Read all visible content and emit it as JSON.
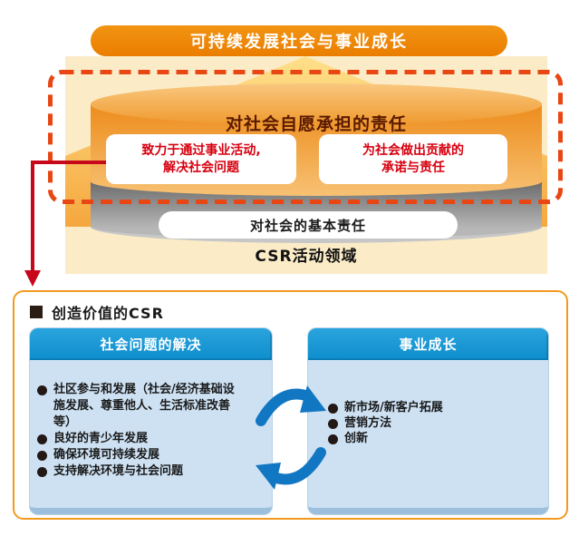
{
  "diagram": {
    "banner": {
      "label": "可持续发展社会与事业成长"
    },
    "pyramid": {
      "voluntary_title": "对社会自愿承担的责任",
      "left_card": {
        "line1": "致力于通过事业活动,",
        "line2": "解决社会问题"
      },
      "right_card": {
        "line1": "为社会做出贡献的",
        "line2": "承诺与责任"
      },
      "basic_pill": "对社会的基本责任",
      "area_label": "CSR活动领域"
    },
    "value_csr": {
      "heading": "创造价值的CSR",
      "left_column": {
        "header": "社会问题的解决",
        "items": [
          "社区参与和发展（社会/经济基础设施发展、尊重他人、生活标准改善等）",
          "良好的青少年发展",
          "确保环境可持续发展",
          "支持解决环境与社会问题"
        ]
      },
      "right_column": {
        "header": "事业成长",
        "items": [
          "新市场/新客户拓展",
          "营销方法",
          "创新"
        ]
      }
    },
    "colors": {
      "banner_orange": "#ef8509",
      "cream_panel": "#fbecc7",
      "gold_triangle_top": "#fee08a",
      "gold_triangle_bottom": "#f5a73e",
      "cylinder_orange_dark": "#ed8c1c",
      "cylinder_orange_light": "#f7c173",
      "cylinder_title_maroon": "#5b1a00",
      "card_text_red": "#d7000f",
      "dashed_border_red": "#e84613",
      "arrow_red": "#c7081b",
      "gray_band_dark": "#5c5c5c",
      "gray_band_light": "#c7c7c7",
      "panel_border_orange": "#f39a1e",
      "column_header_blue": "#0e93d4",
      "column_body_blue": "#cde1f3",
      "column_edge_blue": "#9cc0dc",
      "cycle_arrow_blue": "#1277c2",
      "bullet_dark": "#231815"
    }
  }
}
